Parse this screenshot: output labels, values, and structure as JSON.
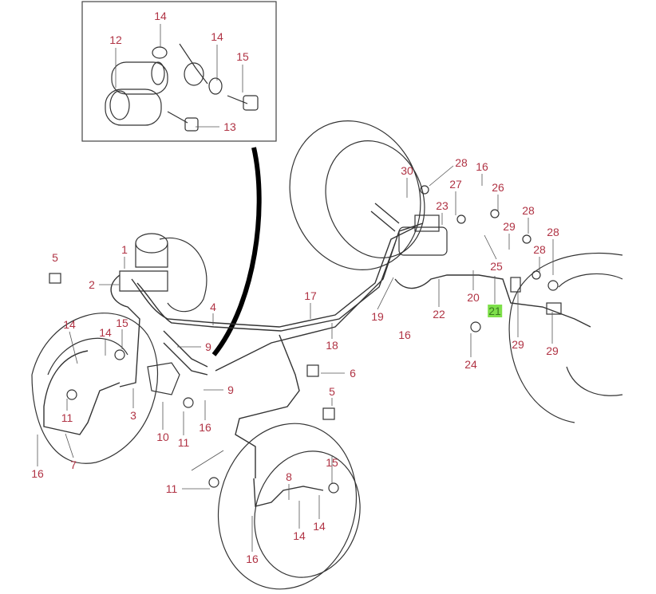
{
  "diagram": {
    "highlight_color": "#7ee04a",
    "label_color": "#b03344",
    "callouts": [
      "14",
      "12",
      "14",
      "15",
      "13",
      "5",
      "1",
      "2",
      "4",
      "17",
      "18",
      "19",
      "16",
      "22",
      "24",
      "20",
      "21",
      "25",
      "29",
      "28",
      "28",
      "28",
      "29",
      "29",
      "16",
      "26",
      "27",
      "23",
      "30",
      "28",
      "14",
      "14",
      "15",
      "9",
      "9",
      "6",
      "5",
      "11",
      "7",
      "16",
      "3",
      "10",
      "11",
      "16",
      "11",
      "8",
      "15",
      "14",
      "14",
      "16"
    ],
    "highlighted_callout": "21"
  }
}
